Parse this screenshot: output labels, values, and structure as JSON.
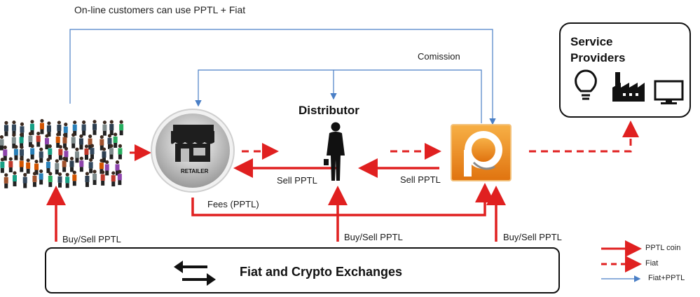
{
  "top_note": "On-line customers can use  PPTL + Fiat",
  "commission_label": "Comission",
  "distributor_title": "Distributor",
  "retailer_badge": "RETAILER",
  "fees_label": "Fees (PPTL)",
  "sell_pptl_left": "Sell PPTL",
  "sell_pptl_right": "Sell PPTL",
  "buy_sell_customers": "Buy/Sell PPTL",
  "buy_sell_distributor": "Buy/Sell PPTL",
  "buy_sell_pptl": "Buy/Sell PPTL",
  "service_providers_line1": "Service",
  "service_providers_line2": "Providers",
  "exchanges_title": "Fiat and Crypto  Exchanges",
  "legend": {
    "pptl": "PPTL coin",
    "fiat": "Fiat",
    "fiat_pptl": "Fiat+PPTL"
  },
  "colors": {
    "pptl_arrow": "#e02020",
    "fiat_arrow": "#e02020",
    "fiat_pptl_arrow": "#4a7fc6",
    "pptl_logo_orange": "#f08a1c"
  },
  "icons": [
    "people-crowd-icon",
    "store-icon",
    "businessman-icon",
    "pptl-logo-icon",
    "lightbulb-icon",
    "factory-icon",
    "monitor-icon",
    "exchange-arrows-icon"
  ]
}
